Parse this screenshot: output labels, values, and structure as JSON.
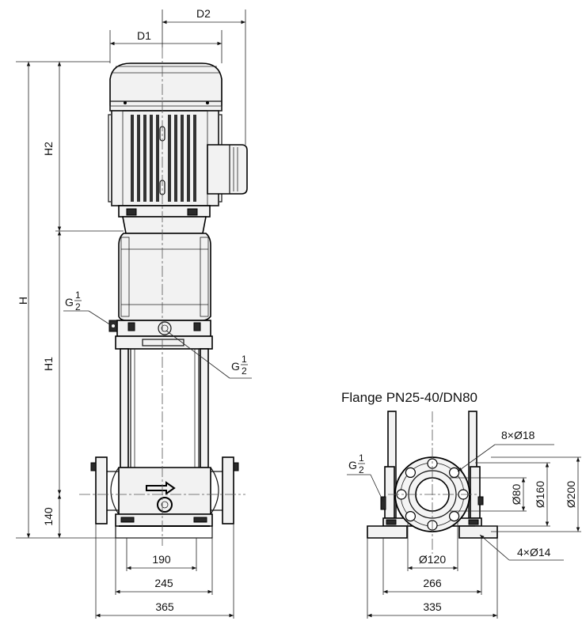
{
  "front_view": {
    "d1": "D1",
    "d2": "D2",
    "h": "H",
    "h1": "H1",
    "h2": "H2",
    "g_label_base": "G",
    "g_frac_num": "1",
    "g_frac_den": "2",
    "dim_140": "140",
    "dim_190": "190",
    "dim_245": "245",
    "dim_365": "365"
  },
  "flange_view": {
    "title": "Flange PN25-40/DN80",
    "bolt_holes": "8×Ø18",
    "d80": "Ø80",
    "d160": "Ø160",
    "d200": "Ø200",
    "d120": "Ø120",
    "base_holes": "4×Ø14",
    "dim_266": "266",
    "dim_335": "335",
    "g_label_base": "G",
    "g_frac_num": "1",
    "g_frac_den": "2"
  }
}
